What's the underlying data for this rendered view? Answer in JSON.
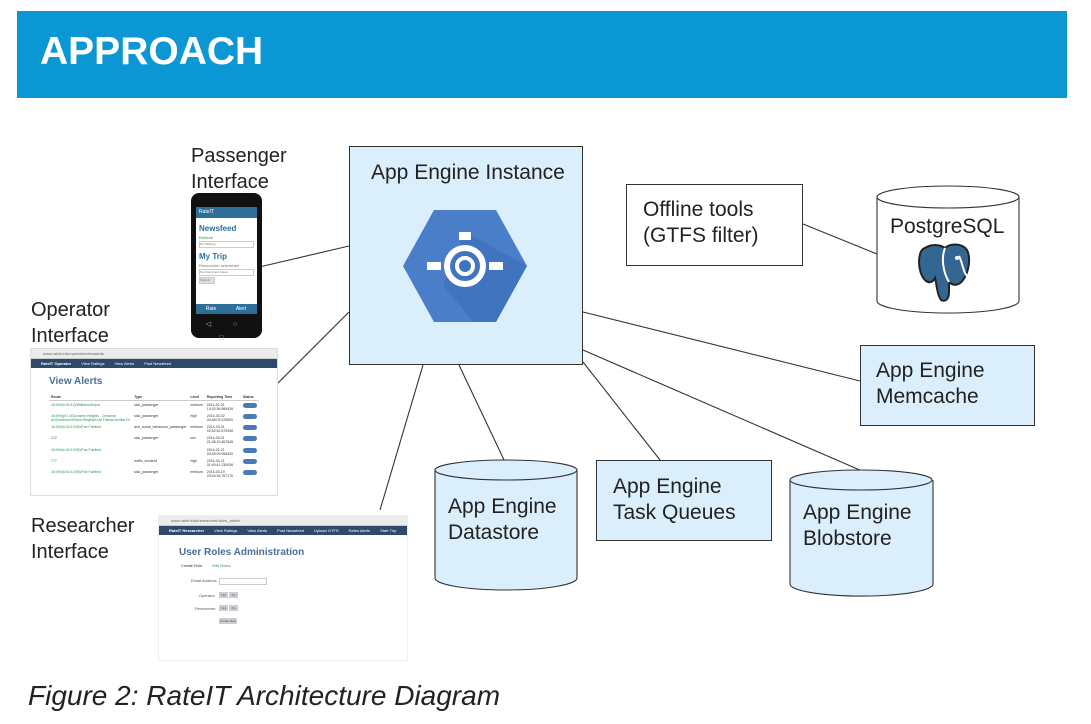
{
  "banner": {
    "title": "APPROACH"
  },
  "labels": {
    "passenger": [
      "Passenger",
      "Interface"
    ],
    "operator": [
      "Operator",
      "Interface"
    ],
    "researcher": [
      "Researcher",
      "Interface"
    ]
  },
  "nodes": {
    "instance": "App Engine Instance",
    "offline": [
      "Offline tools",
      "(GTFS filter)"
    ],
    "postgres": "PostgreSQL",
    "memcache": [
      "App Engine",
      "Memcache"
    ],
    "datastore": [
      "App Engine",
      "Datastore"
    ],
    "taskqueues": [
      "App Engine",
      "Task Queues"
    ],
    "blobstore": [
      "App Engine",
      "Blobstore"
    ]
  },
  "phone": {
    "app": "RateIT",
    "title": "Newsfeed",
    "link": "Refresh",
    "input": "Not Waiting",
    "section": "My Trip",
    "hint": "Researcher selectedet",
    "select": "Not listed here below",
    "button": "Submit",
    "footer": [
      "Rate",
      "Alert"
    ],
    "nav": "◁ ○ □"
  },
  "operator_ui": {
    "chrome": "www.rateit.edu/operator/viewalerts",
    "nav": [
      "RateIT Operator",
      "View Ratings",
      "View Alerts",
      "Post Newsfeed"
    ],
    "title": "View Alerts",
    "headers": [
      "Route",
      "Type",
      "Level",
      "Reporting Time",
      "Status"
    ],
    "rows": [
      [
        "16:09h(h:02:12)/Williams/Depot",
        "sick_passenger",
        "medium",
        "2014-02-21 14:32:36.969426",
        "open"
      ],
      [
        "16:09h(pt 1:30)Lowery Heights - Chestnut Av/Dominion/Gwinn Heights/Lost Fateau Av/Ibis Dr",
        "sick_passenger",
        "high",
        "2014-03-02 04:46:03.229600",
        "open"
      ],
      [
        "16:09h(h:02:13:55)/Fan Fairfield",
        "anti_social_behaviour_passenger",
        "medium",
        "2014-03-01 02:52:52.570936",
        "open"
      ],
      [
        "222",
        "sick_passenger",
        "low",
        "2014-03-21 21:28:19.467845",
        "open"
      ],
      [
        "16:09h(h:02:13:55)/Fan Fairfield",
        "",
        "",
        "2014-02-21 03:45:09.956300",
        "open"
      ],
      [
        "777",
        "traffic_incident",
        "high",
        "2014-03-21 01:40:41.230036",
        "open"
      ],
      [
        "16:09h(h:02:13:55)/Fan Fairfield",
        "sick_passenger",
        "medium",
        "2014-03-19 23:04:36.757170",
        "open"
      ]
    ]
  },
  "researcher_ui": {
    "chrome": "www.rateit.edu/researcher/roles_admin",
    "nav": [
      "RateIT Researcher",
      "View Ratings",
      "View Alerts",
      "Post Newsfeed",
      "Upload GTFS",
      "Rates Alerts",
      "Start Trip Questions"
    ],
    "title": "User Roles Administration",
    "tabs": [
      "Create Role",
      "Edit Roles"
    ],
    "fields": [
      "Email Address",
      "Operator",
      "Researcher"
    ],
    "yes": "Yes",
    "no": "No",
    "button": "Create Role"
  },
  "caption": "Figure 2: RateIT Architecture Diagram",
  "colors": {
    "banner": "#0b97d3",
    "node_fill": "#dbeefb",
    "appengine_blue": "#4a7ec9"
  }
}
